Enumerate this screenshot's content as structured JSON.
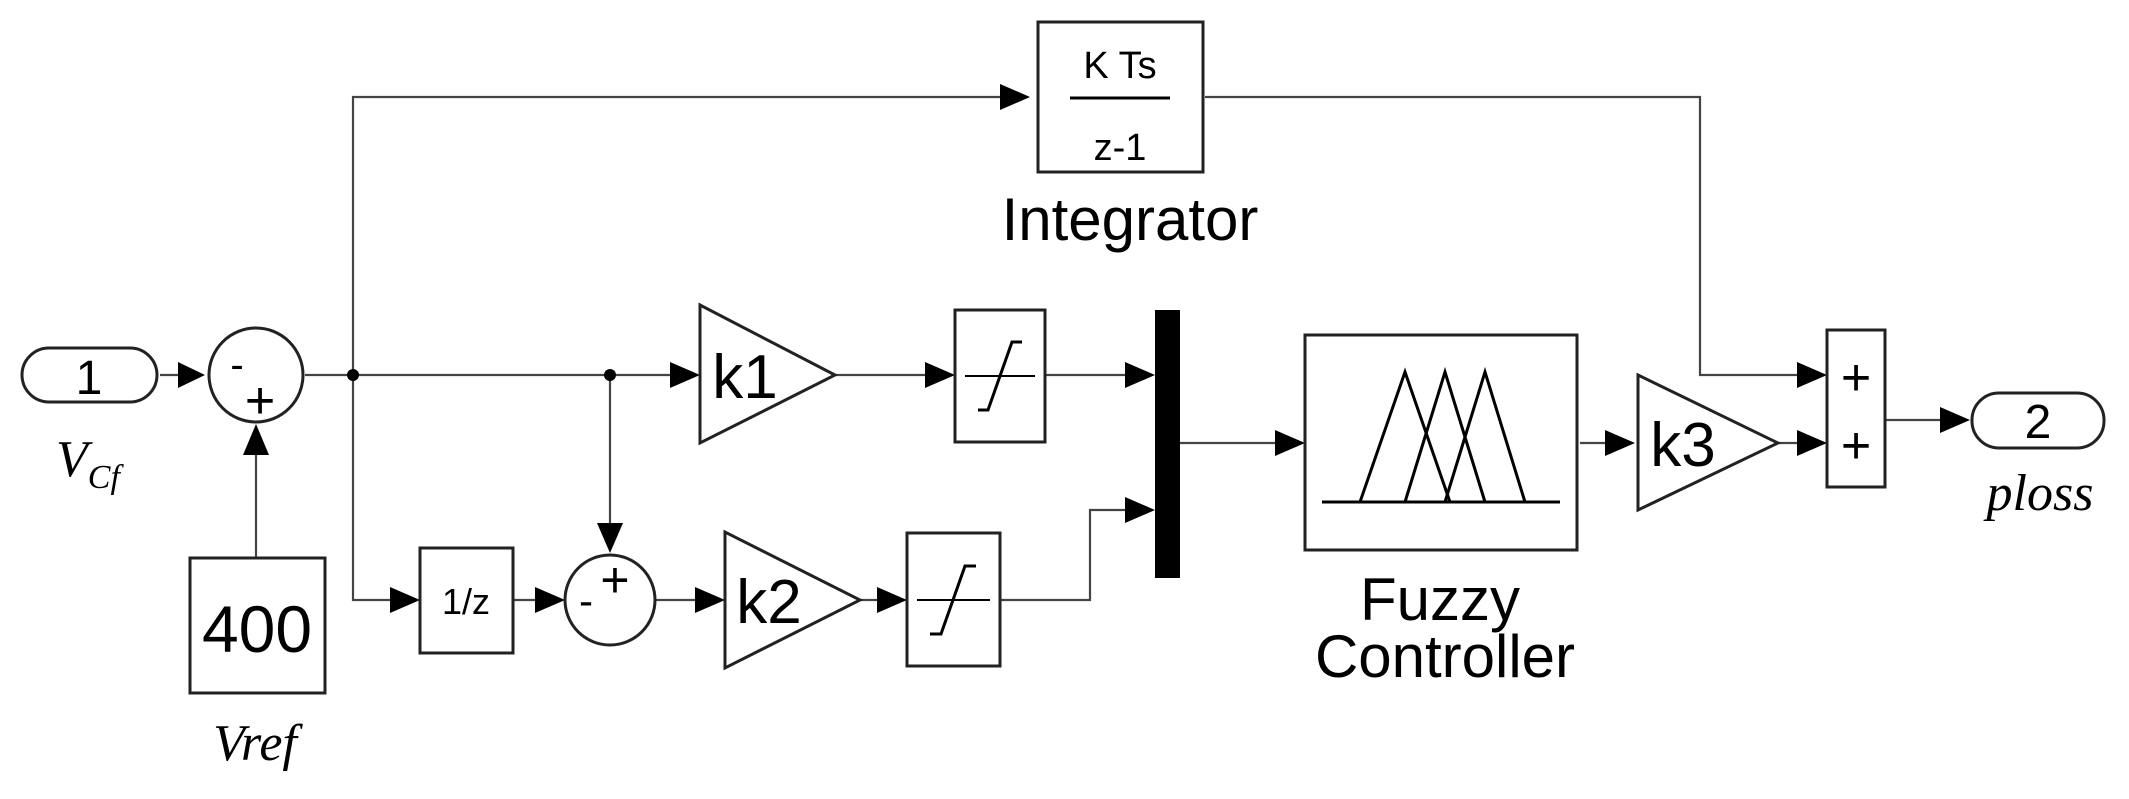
{
  "ports": {
    "in1": {
      "number": "1",
      "label_main": "V",
      "label_sub": "Cf"
    },
    "out2": {
      "number": "2",
      "label": "ploss"
    }
  },
  "blocks": {
    "constant": {
      "value": "400",
      "label": "Vref"
    },
    "integrator": {
      "numerator": "K Ts",
      "denominator": "z-1",
      "label": "Integrator"
    },
    "delay": {
      "text": "1/z"
    },
    "gain1": {
      "text": "k1"
    },
    "gain2": {
      "text": "k2"
    },
    "gain3": {
      "text": "k3"
    },
    "fuzzy": {
      "label_line1": "Fuzzy",
      "label_line2": "Controller"
    }
  },
  "sums": {
    "sum1": {
      "top_sign": "-",
      "bottom_sign": "+"
    },
    "sum2": {
      "top_sign": "+",
      "left_sign": "-"
    },
    "sum3": {
      "top_sign": "+",
      "bottom_sign": "+"
    }
  }
}
